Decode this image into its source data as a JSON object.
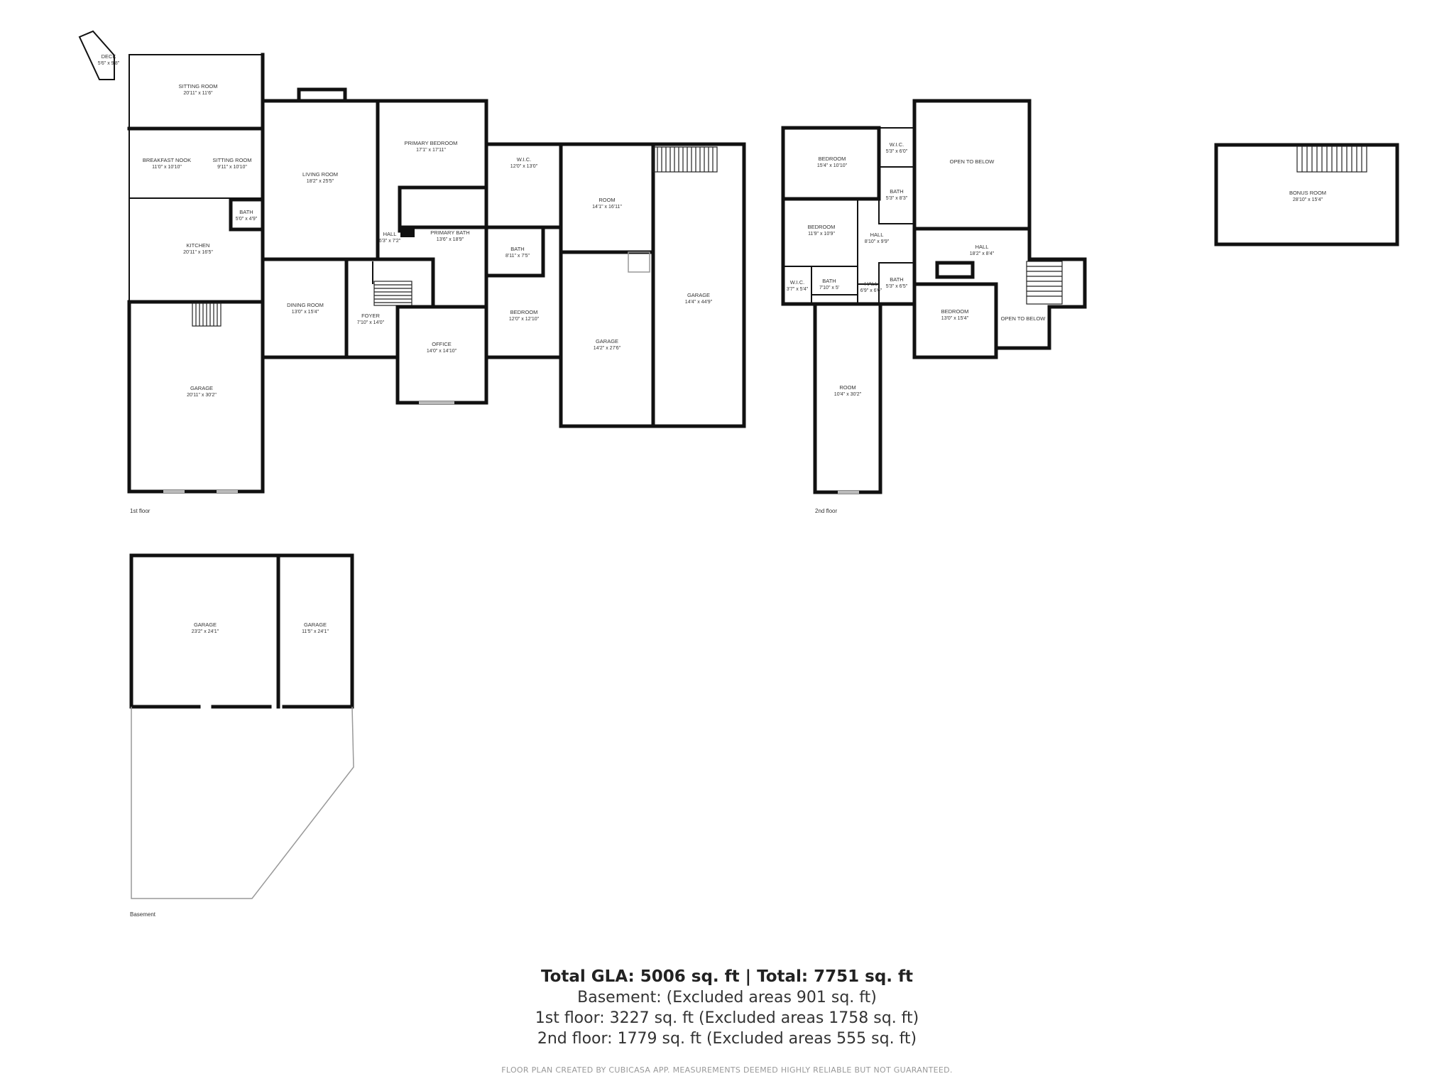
{
  "floors": {
    "basement_label": "Basement",
    "first_floor_label": "1st floor",
    "second_floor_label": "2nd floor"
  },
  "rooms": {
    "deck": {
      "name": "DECK",
      "dim": "5'6\" x 9'8\""
    },
    "sitting_room_1": {
      "name": "SITTING ROOM",
      "dim": "20'11\" x 11'6\""
    },
    "breakfast_nook": {
      "name": "BREAKFAST NOOK",
      "dim": "11'0\" x 10'10\""
    },
    "sitting_room_2": {
      "name": "SITTING ROOM",
      "dim": "9'11\" x 10'10\""
    },
    "bath_small": {
      "name": "BATH",
      "dim": "5'0\" x 4'9\""
    },
    "kitchen": {
      "name": "KITCHEN",
      "dim": "20'11\" x 16'5\""
    },
    "living_room": {
      "name": "LIVING ROOM",
      "dim": "18'2\" x 25'5\""
    },
    "primary_bedroom": {
      "name": "PRIMARY BEDROOM",
      "dim": "17'1\" x 17'11\""
    },
    "hall_1": {
      "name": "HALL",
      "dim": "6'3\" x 7'2\""
    },
    "primary_bath": {
      "name": "PRIMARY BATH",
      "dim": "13'6\" x 18'9\""
    },
    "wic_1": {
      "name": "W.I.C.",
      "dim": "12'0\" x 13'0\""
    },
    "bath_1": {
      "name": "BATH",
      "dim": "8'11\" x 7'5\""
    },
    "room_1": {
      "name": "ROOM",
      "dim": "14'1\" x 16'11\""
    },
    "garage_east": {
      "name": "GARAGE",
      "dim": "14'4\" x 44'9\""
    },
    "dining_room": {
      "name": "DINING ROOM",
      "dim": "13'0\" x 15'4\""
    },
    "foyer": {
      "name": "FOYER",
      "dim": "7'10\" x 14'0\""
    },
    "office": {
      "name": "OFFICE",
      "dim": "14'0\" x 14'10\""
    },
    "bedroom_1": {
      "name": "BEDROOM",
      "dim": "12'0\" x 12'10\""
    },
    "garage_mid": {
      "name": "GARAGE",
      "dim": "14'2\" x 27'6\""
    },
    "garage_west": {
      "name": "GARAGE",
      "dim": "20'11\" x 30'2\""
    },
    "bedroom_2a": {
      "name": "BEDROOM",
      "dim": "15'4\" x 10'10\""
    },
    "wic_2": {
      "name": "W.I.C.",
      "dim": "5'3\" x 6'0\""
    },
    "bath_2a": {
      "name": "BATH",
      "dim": "5'3\" x 8'3\""
    },
    "open_below_1": {
      "name": "OPEN TO BELOW",
      "dim": ""
    },
    "bedroom_2b": {
      "name": "BEDROOM",
      "dim": "11'9\" x 10'9\""
    },
    "hall_2a": {
      "name": "HALL",
      "dim": "8'10\" x 9'9\""
    },
    "hall_2b": {
      "name": "HALL",
      "dim": "18'2\" x 8'4\""
    },
    "wic_3": {
      "name": "W.I.C.",
      "dim": "3'7\" x 5'4\""
    },
    "bath_2b": {
      "name": "BATH",
      "dim": "7'10\" x 5'"
    },
    "hall_2c": {
      "name": "HALL",
      "dim": "6'9\" x 6'6\""
    },
    "bath_2c": {
      "name": "BATH",
      "dim": "5'3\" x 6'5\""
    },
    "bedroom_2c": {
      "name": "BEDROOM",
      "dim": "13'0\" x 15'4\""
    },
    "open_below_2": {
      "name": "OPEN TO BELOW",
      "dim": ""
    },
    "room_2": {
      "name": "ROOM",
      "dim": "10'4\" x 30'2\""
    },
    "bonus_room": {
      "name": "BONUS ROOM",
      "dim": "28'10\" x 15'4\""
    },
    "garage_b1": {
      "name": "GARAGE",
      "dim": "23'2\" x 24'1\""
    },
    "garage_b2": {
      "name": "GARAGE",
      "dim": "11'5\" x 24'1\""
    }
  },
  "summary": {
    "total": "Total GLA: 5006 sq. ft | Total: 7751 sq. ft",
    "basement": "Basement: (Excluded areas 901 sq. ft)",
    "first": "1st floor: 3227 sq. ft (Excluded areas 1758 sq. ft)",
    "second": "2nd floor: 1779 sq. ft (Excluded areas 555 sq. ft)"
  },
  "disclaimer": "FLOOR PLAN CREATED BY CUBICASA APP. MEASUREMENTS DEEMED HIGHLY RELIABLE BUT NOT GUARANTEED."
}
